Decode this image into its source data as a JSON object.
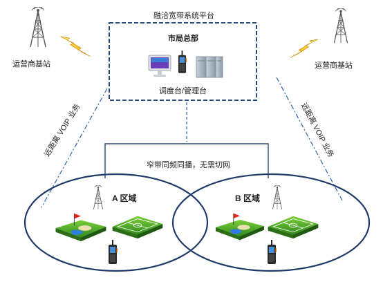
{
  "platform": {
    "title": "融洽宽带系统平台",
    "hq_label": "市局总部",
    "console_label": "调度台/管理台"
  },
  "base_station_left": {
    "label": "运营商基站"
  },
  "base_station_right": {
    "label": "运营商基站"
  },
  "link_left": {
    "label": "远距离 VOIP 业务"
  },
  "link_right": {
    "label": "远距离 VOIP 业务"
  },
  "narrowband": {
    "label": "窄带同频同播，无需切网"
  },
  "zone_a": {
    "label": "A 区域"
  },
  "zone_b": {
    "label": "B 区域"
  },
  "icons": {
    "tower": "radio-tower-icon",
    "lightning": "lightning-icon",
    "computer": "desktop-computer-icon",
    "radio": "handheld-radio-icon",
    "server": "server-rack-icon",
    "golf": "golf-course-icon",
    "field": "soccer-field-icon"
  },
  "colors": {
    "dashed_border": "#2c4a7c",
    "ellipse_border": "#1f3a68",
    "connector": "#3a6ea8",
    "lightning": "#f2c200",
    "tower": "#5a5a5a"
  }
}
